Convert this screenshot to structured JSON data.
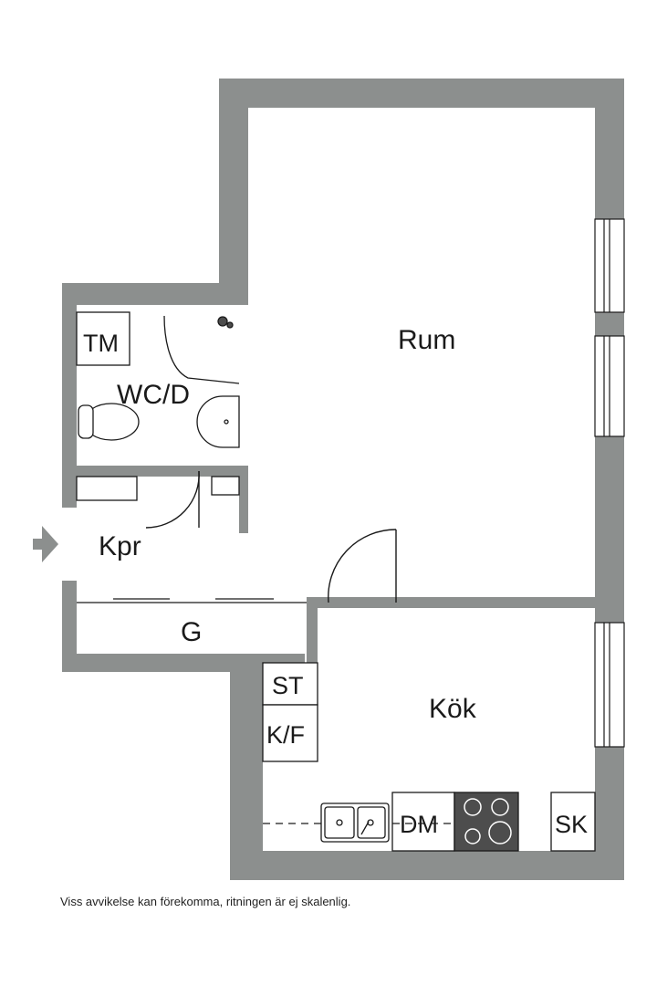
{
  "colors": {
    "wall": "#8c8f8e",
    "line": "#1a1a1a",
    "appliance_dark": "#4d4d4d",
    "entrance_arrow": "#8c8f8e"
  },
  "rooms": {
    "rum": "Rum",
    "wc_d": "WC/D",
    "kpr": "Kpr",
    "g": "G",
    "kok": "Kök"
  },
  "fixtures": {
    "tm": "TM",
    "st": "ST",
    "kf": "K/F",
    "dm": "DM",
    "sk": "SK"
  },
  "icons": [
    "entrance-arrow-icon",
    "shower-icon",
    "toilet-icon",
    "washbasin-icon",
    "sink-icon",
    "stove-icon",
    "window-icon",
    "door-swing-icon"
  ],
  "disclaimer": "Viss avvikelse kan förekomma, ritningen är ej skalenlig."
}
